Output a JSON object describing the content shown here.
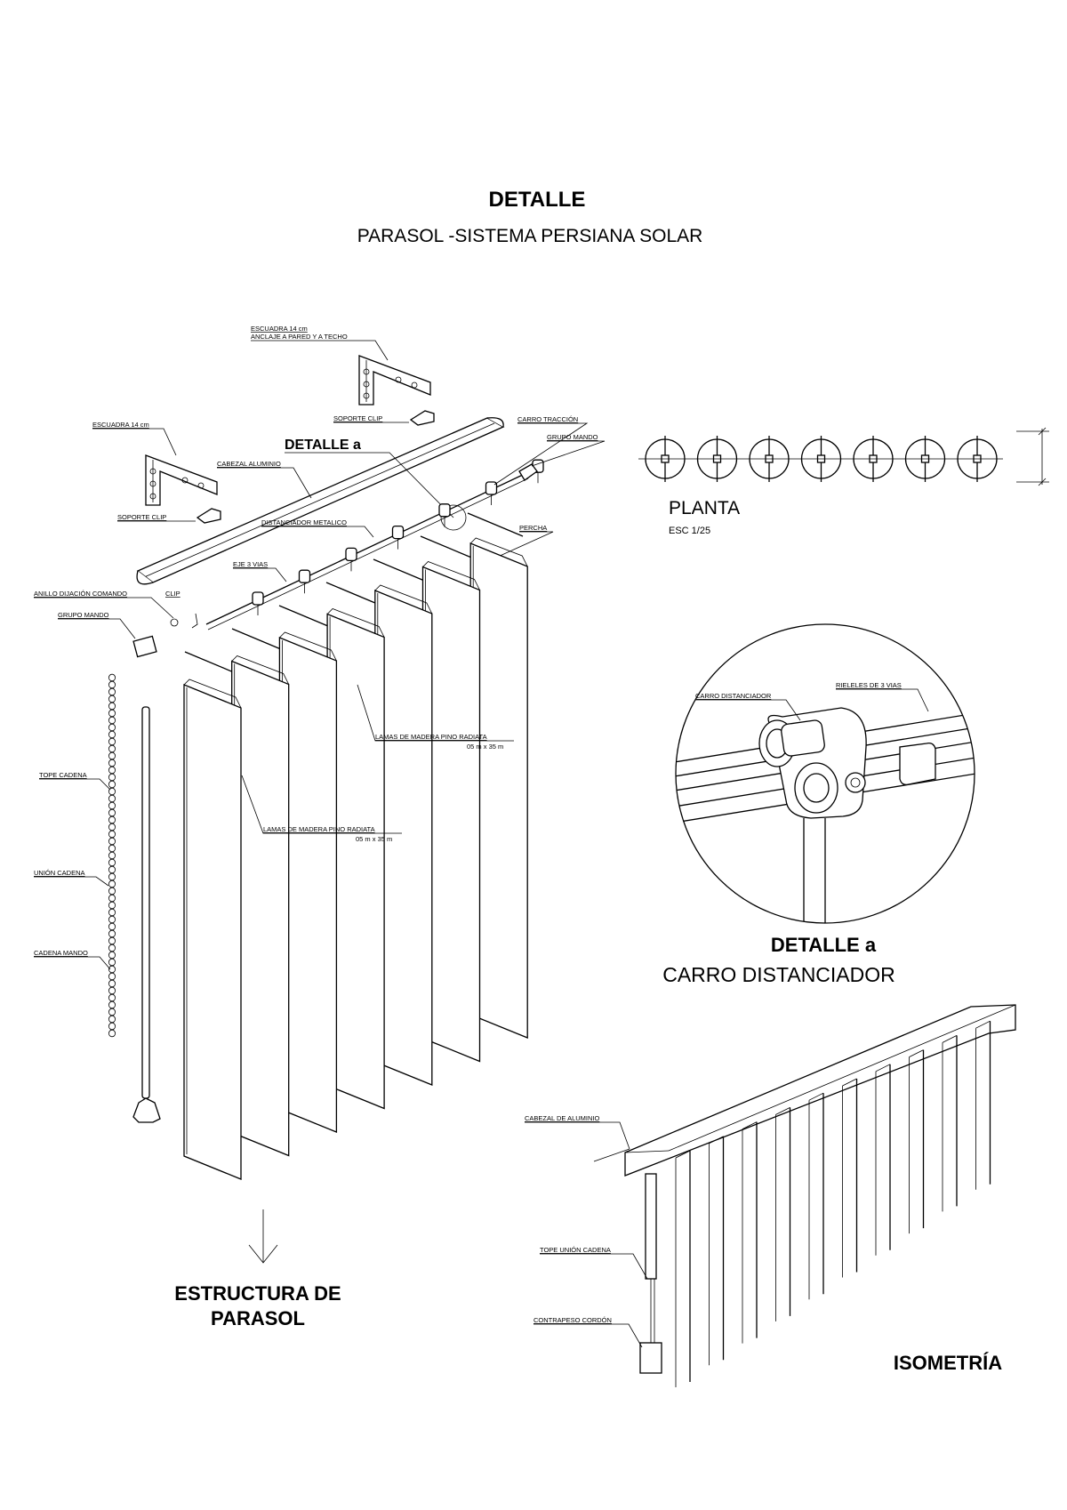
{
  "header": {
    "title": "DETALLE",
    "subtitle": "PARASOL -SISTEMA PERSIANA SOLAR"
  },
  "exploded": {
    "labels": {
      "escuadra_top_1": "ESCUADRA 14 cm",
      "escuadra_top_2": "ANCLAJE A PARED Y A TECHO",
      "soporte_clip_top": "SOPORTE CLIP",
      "escuadra_left": "ESCUADRA 14 cm",
      "cabezal": "CABEZAL ALUMINIO",
      "soporte_clip_left": "SOPORTE CLIP",
      "detalle_a": "DETALLE   a",
      "carro_traccion": "CARRO TRACCIÓN",
      "grupo_mando_top": "GRUPO MANDO",
      "distanciador": "DISTANCIADOR METALICO",
      "percha": "PERCHA",
      "eje": "EJE 3 VIAS",
      "anillo": "ANILLO DIJACIÓN COMANDO",
      "clip": "CLIP",
      "grupo_mando_left": "GRUPO MANDO",
      "lamas_1": "LAMAS DE MADERA PINO RADIATA",
      "lamas_1_dim": "05 m x 35 m",
      "lamas_2": "LAMAS DE MADERA PINO RADIATA",
      "lamas_2_dim": "05 m x 35 m",
      "tope_cadena": "TOPE CADENA",
      "union_cadena": "UNIÓN CADENA",
      "cadena_mando": "CADENA MANDO"
    },
    "title_line1": "ESTRUCTURA DE",
    "title_line2": "PARASOL"
  },
  "planta": {
    "title": "PLANTA",
    "scale": "ESC 1/25"
  },
  "detail_a": {
    "carro_label": "CARRO DISTANCIADOR",
    "rieles_label": "RIELELES DE 3 VIAS",
    "title": "DETALLE a",
    "subtitle": "CARRO DISTANCIADOR"
  },
  "isometria": {
    "cabezal": "CABEZAL DE ALUMINIO",
    "tope": "TOPE  UNIÓN CADENA",
    "contrapeso": "CONTRAPESO CORDÓN",
    "title": "ISOMETRÍA"
  }
}
